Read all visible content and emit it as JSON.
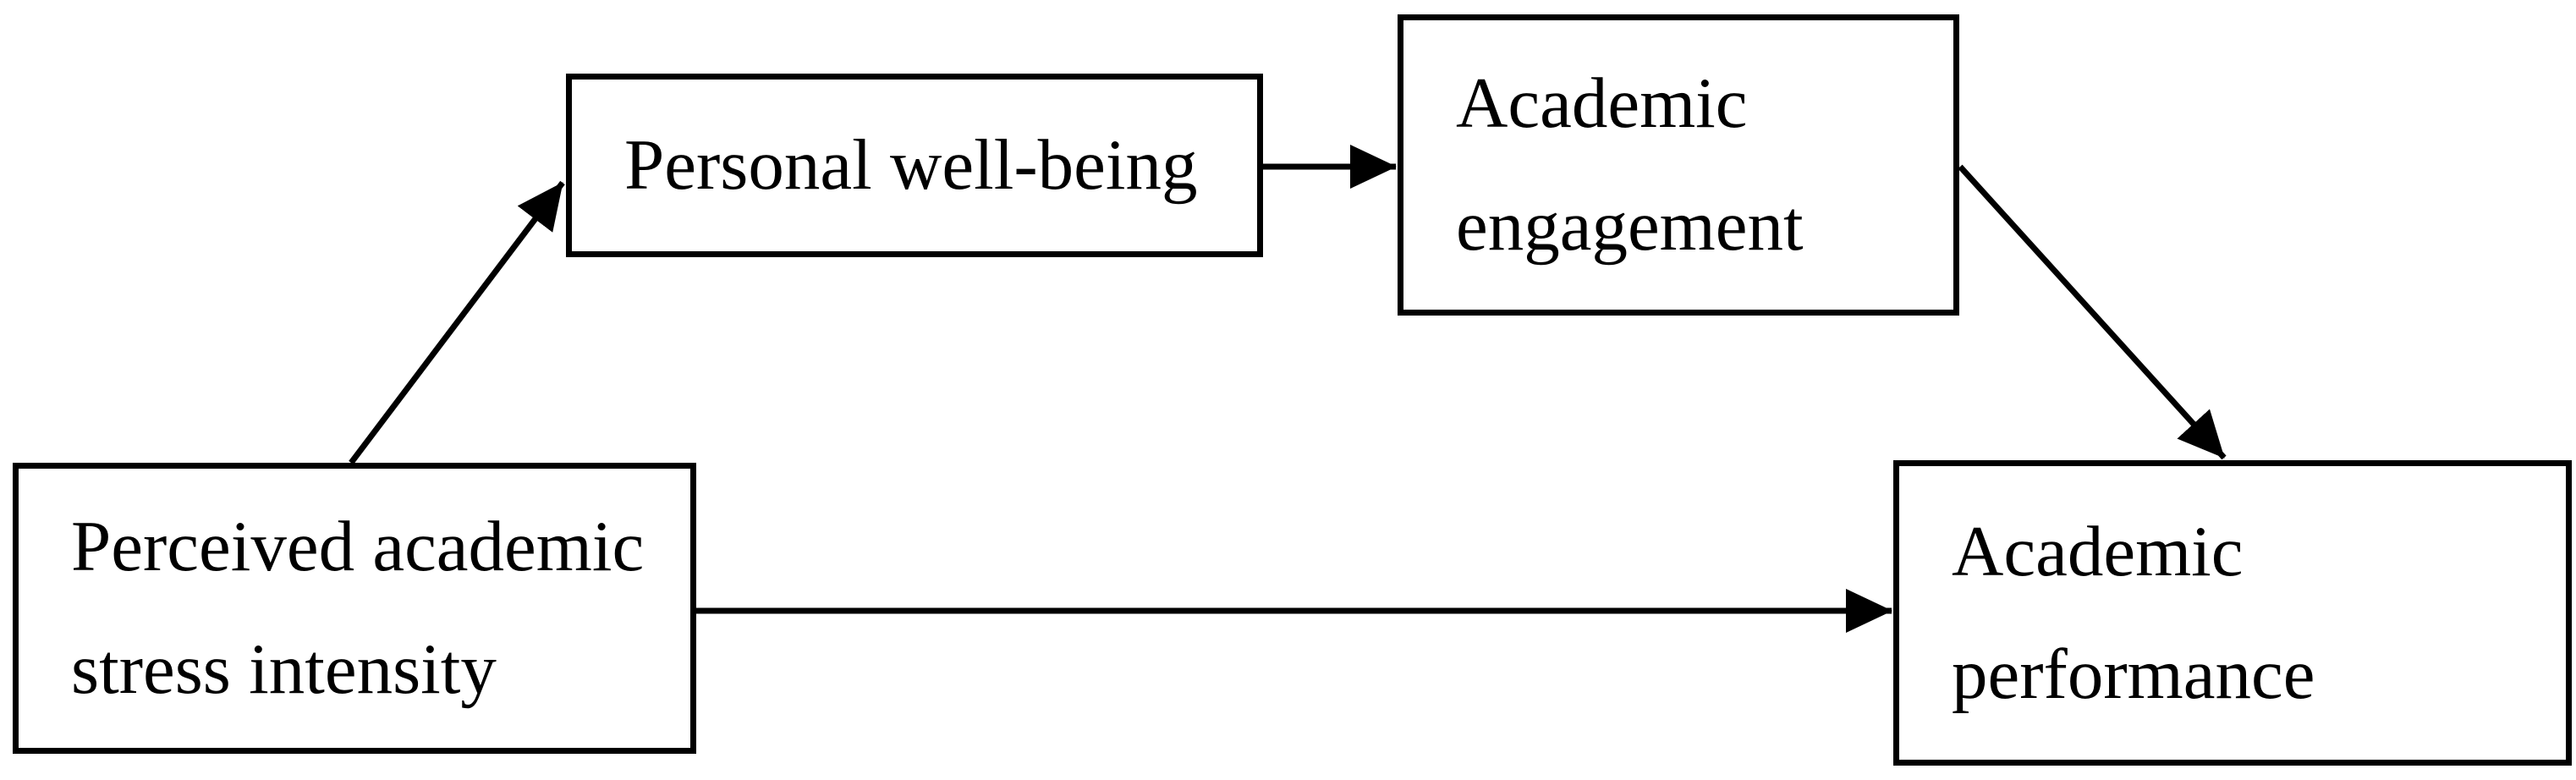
{
  "diagram": {
    "type": "path-model",
    "background_color": "#ffffff",
    "line_color": "#000000",
    "text_color": "#000000",
    "nodes": [
      {
        "id": "stress",
        "label": "Perceived academic stress intensity",
        "lines": [
          "Perceived academic",
          "stress intensity"
        ]
      },
      {
        "id": "wellbeing",
        "label": "Personal well-being",
        "lines": [
          "Personal well-being"
        ]
      },
      {
        "id": "engagement",
        "label": "Academic engagement",
        "lines": [
          "Academic",
          "engagement"
        ]
      },
      {
        "id": "performance",
        "label": "Academic performance",
        "lines": [
          "Academic",
          "performance"
        ]
      }
    ],
    "edges": [
      {
        "from": "Perceived academic stress intensity",
        "to": "Personal well-being",
        "style": "arrow"
      },
      {
        "from": "Personal well-being",
        "to": "Academic engagement",
        "style": "arrow"
      },
      {
        "from": "Academic engagement",
        "to": "Academic performance",
        "style": "arrow"
      },
      {
        "from": "Perceived academic stress intensity",
        "to": "Academic performance",
        "style": "arrow"
      }
    ]
  }
}
